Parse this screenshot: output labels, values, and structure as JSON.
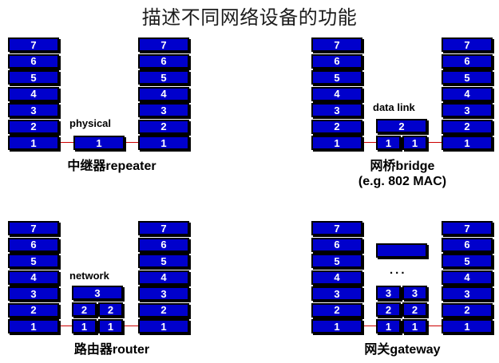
{
  "title": "描述不同网络设备的功能",
  "layers": [
    "7",
    "6",
    "5",
    "4",
    "3",
    "2",
    "1"
  ],
  "devices": {
    "repeater": {
      "caption": "中继器repeater",
      "box_label": "physical",
      "boxes": [
        "1"
      ]
    },
    "bridge": {
      "caption_line1": "网桥bridge",
      "caption_line2": "(e.g. 802 MAC)",
      "box_label": "data link",
      "boxes": [
        "2",
        "1",
        "1"
      ]
    },
    "router": {
      "caption": "路由器router",
      "box_label": "network",
      "boxes": [
        "3",
        "2",
        "2",
        "1",
        "1"
      ]
    },
    "gateway": {
      "caption": "网关gateway",
      "dots": "...",
      "boxes": [
        "",
        "3",
        "3",
        "2",
        "2",
        "1",
        "1"
      ]
    }
  }
}
